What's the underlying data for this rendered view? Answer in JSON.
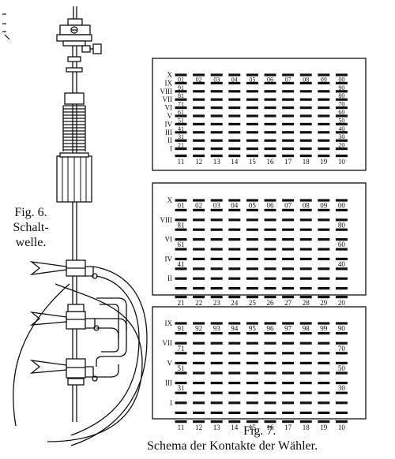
{
  "fig6": {
    "number": "Fig. 6.",
    "caption_line1": "Schalt-",
    "caption_line2": "welle."
  },
  "fig7": {
    "number": "Fig. 7.",
    "caption": "Schema der Kontakte der Wähler."
  },
  "panels": [
    {
      "row_labels": [
        "X",
        "IX",
        "VIII",
        "VII",
        "VI",
        "V",
        "IV",
        "III",
        "II",
        "I"
      ],
      "top_numbers": [
        "01",
        "02",
        "03",
        "04",
        "05",
        "06",
        "07",
        "08",
        "09",
        "00"
      ],
      "left_numbers": [
        "91",
        "81",
        "71",
        "61",
        "51",
        "41",
        "31",
        "21"
      ],
      "right_numbers": [
        "90",
        "80",
        "70",
        "60",
        "50",
        "40",
        "30",
        "20"
      ],
      "bottom_numbers": [
        "11",
        "12",
        "13",
        "14",
        "15",
        "16",
        "17",
        "18",
        "19",
        "10"
      ]
    },
    {
      "row_labels": [
        "X",
        "VIII",
        "VI",
        "IV",
        "II"
      ],
      "top_numbers": [
        "01",
        "02",
        "03",
        "04",
        "05",
        "06",
        "07",
        "08",
        "09",
        "00"
      ],
      "left_numbers": [
        "81",
        "61",
        "41"
      ],
      "right_numbers": [
        "80",
        "60",
        "40"
      ],
      "bottom_numbers": [
        "21",
        "22",
        "23",
        "24",
        "25",
        "26",
        "27",
        "28",
        "29",
        "20"
      ]
    },
    {
      "row_labels": [
        "IX",
        "VII",
        "V",
        "III",
        "I"
      ],
      "top_numbers": [
        "91",
        "92",
        "93",
        "94",
        "95",
        "96",
        "97",
        "98",
        "99",
        "90"
      ],
      "left_numbers": [
        "71",
        "51",
        "31"
      ],
      "right_numbers": [
        "70",
        "50",
        "30"
      ],
      "bottom_numbers": [
        "11",
        "12",
        "13",
        "14",
        "15",
        "16",
        "17",
        "18",
        "19",
        "10"
      ]
    }
  ]
}
